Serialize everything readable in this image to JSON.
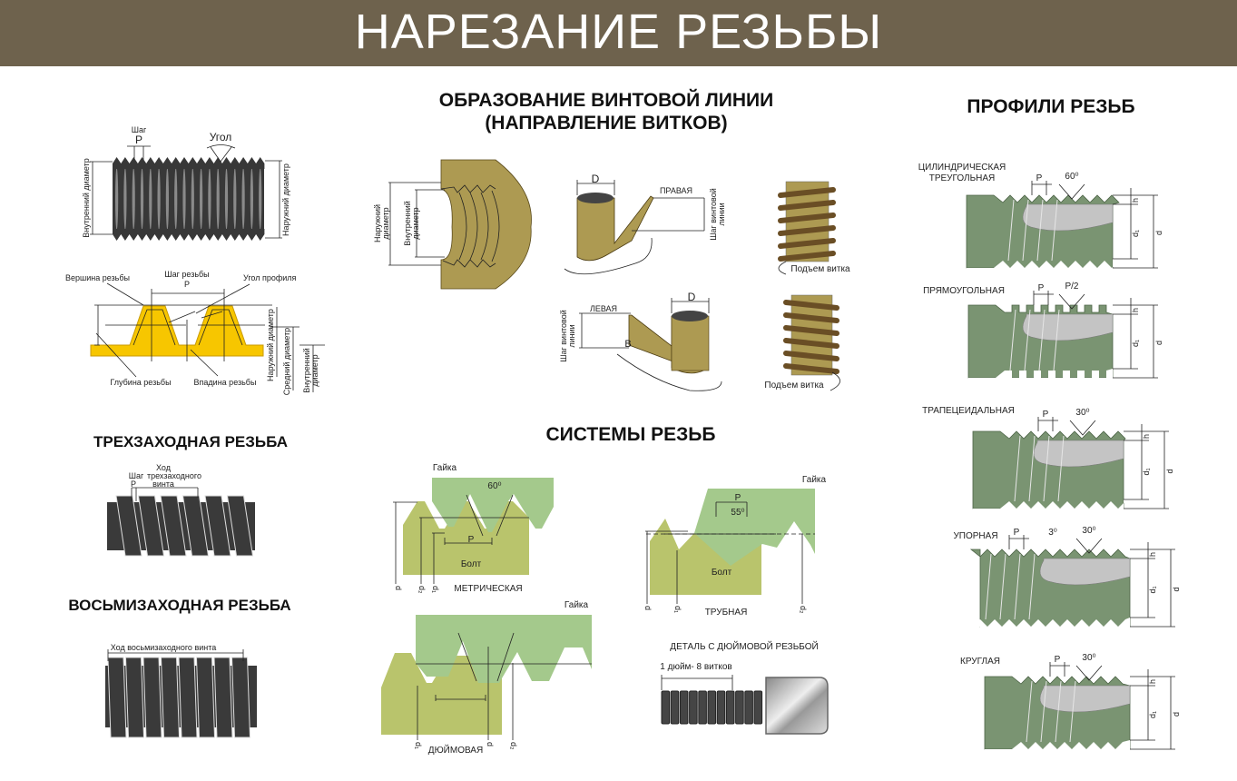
{
  "header": {
    "title": "НАРЕЗАНИЕ РЕЗЬБЫ"
  },
  "thread_basics": {
    "step": "Шаг",
    "p": "P",
    "angle": "Угол",
    "inner_diameter": "Внутренний диаметр",
    "outer_diameter": "Наружний диаметр",
    "crest": "Вершина резьбы",
    "thread_step": "Шаг резьбы",
    "profile_angle": "Угол профиля",
    "depth": "Глубина резьбы",
    "root": "Впадина резьбы",
    "outer_d": "Наружний диаметр",
    "mean_d": "Средний диаметр",
    "inner_d_1": "Внутренний",
    "inner_d_2": "диаметр"
  },
  "triple": {
    "title": "ТРЕХЗАХОДНАЯ РЕЗЬБА",
    "lead": "Ход",
    "step": "Шаг",
    "screw_1": "трехзаходного",
    "screw_2": "винта",
    "p": "P"
  },
  "eight": {
    "title": "ВОСЬМИЗАХОДНАЯ РЕЗЬБА",
    "lead": "Ход восьмизаходного винта"
  },
  "helix": {
    "title_1": "ОБРАЗОВАНИЕ ВИНТОВОЙ ЛИНИИ",
    "title_2": "(НАПРАВЛЕНИЕ ВИТКОВ)",
    "outer_d_1": "Наружний",
    "outer_d_2": "диаметр",
    "inner_d_1": "Внутренний",
    "inner_d_2": "диаметр",
    "d": "D",
    "right": "ПРАВАЯ",
    "left": "ЛЕВАЯ",
    "pitch_1": "Шаг винтовой",
    "pitch_2": "линии",
    "b": "B",
    "lift": "Подъем витка"
  },
  "systems": {
    "title": "СИСТЕМЫ РЕЗЬБ",
    "nut": "Гайка",
    "bolt": "Болт",
    "deg60": "60⁰",
    "deg55": "55⁰",
    "p": "P",
    "d": "d",
    "d1": "d₁",
    "d2": "d₂",
    "metric": "МЕТРИЧЕСКАЯ",
    "pipe": "ТРУБНАЯ",
    "inch": "ДЮЙМОВАЯ",
    "inch_part": "ДЕТАЛЬ С ДЮЙМОВОЙ РЕЗЬБОЙ",
    "inch_spec": "1 дюйм- 8 витков"
  },
  "profiles": {
    "title": "ПРОФИЛИ РЕЗЬБ",
    "items": [
      {
        "name_1": "ЦИЛИНДРИЧЕСКАЯ",
        "name_2": "ТРЕУГОЛЬНАЯ",
        "angle": "60⁰"
      },
      {
        "name_1": "ПРЯМОУГОЛЬНАЯ",
        "name_2": "",
        "angle": "P/2"
      },
      {
        "name_1": "ТРАПЕЦЕИДАЛЬНАЯ",
        "name_2": "",
        "angle": "30⁰"
      },
      {
        "name_1": "УПОРНАЯ",
        "name_2": "",
        "angle": "30⁰",
        "angle2": "3⁰"
      },
      {
        "name_1": "КРУГЛАЯ",
        "name_2": "",
        "angle": "30⁰"
      }
    ],
    "p": "P",
    "h": "h",
    "d": "d",
    "d1": "d₁"
  },
  "colors": {
    "header": "#6e624d",
    "thread_dark": "#383838",
    "yellow": "#f7c600",
    "khaki": "#ad9a52",
    "bar": "#6a4e25",
    "profile_green": "#7a9472",
    "profile_gray": "#c4c4c4",
    "bolt": "#b9c46c",
    "nut": "#a4c98c"
  }
}
